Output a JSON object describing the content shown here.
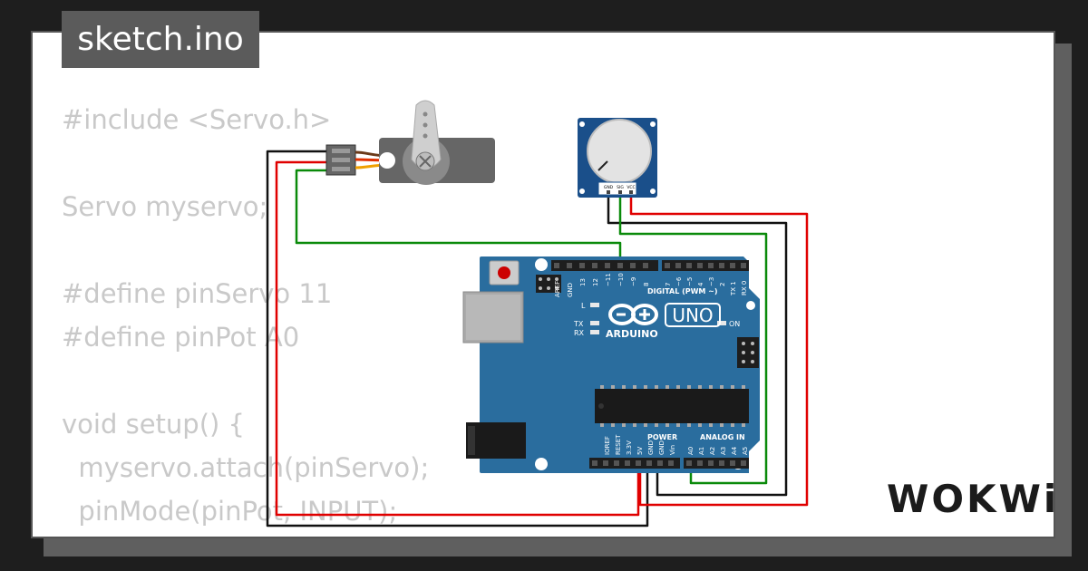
{
  "editor": {
    "file_tab": "sketch.ino",
    "code_lines": [
      "#include <Servo.h>",
      "",
      "Servo myservo;",
      "",
      "#define pinServo 11",
      "#define pinPot A0",
      "",
      "void setup() {",
      "  myservo.attach(pinServo);",
      "  pinMode(pinPot, INPUT);"
    ]
  },
  "board": {
    "model": "UNO",
    "brand": "ARDUINO",
    "header_digital": "DIGITAL (PWM ~)",
    "header_power": "POWER",
    "header_analog": "ANALOG IN",
    "led_l": "L",
    "led_tx": "TX",
    "led_rx": "RX",
    "led_on": "ON",
    "digital_pins_left": [
      "AREF",
      "GND",
      "13",
      "12",
      "~11",
      "~10",
      "~9",
      "8"
    ],
    "digital_pins_right": [
      "7",
      "~6",
      "~5",
      "4",
      "~3",
      "2",
      "TX 1",
      "RX 0"
    ],
    "power_pins": [
      "IOREF",
      "RESET",
      "3.3V",
      "5V",
      "GND",
      "GND",
      "Vin"
    ],
    "analog_pins": [
      "A0",
      "A1",
      "A2",
      "A3",
      "A4",
      "A5"
    ]
  },
  "potentiometer": {
    "pins": [
      "GND",
      "SIG",
      "VCC"
    ]
  },
  "footer": {
    "logo": "WOKWi"
  },
  "colors": {
    "board_blue": "#2a6d9e",
    "wire_red": "#e00000",
    "wire_green": "#0a8a0a",
    "wire_black": "#111111",
    "code_gray": "#c9c9c9"
  }
}
